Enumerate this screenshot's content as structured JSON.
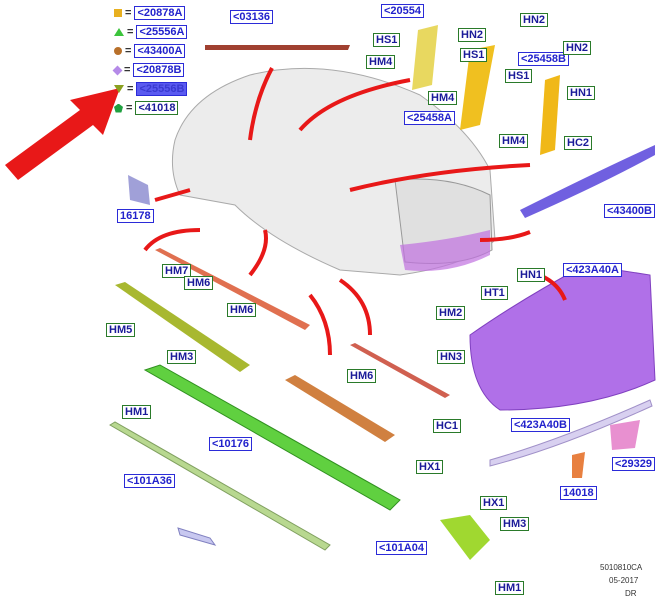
{
  "legend": [
    {
      "symbol": "square",
      "color": "#e8b020",
      "ref": "<20878A"
    },
    {
      "symbol": "triangle",
      "color": "#3cc43c",
      "ref": "<25556A"
    },
    {
      "symbol": "circle",
      "color": "#b8702a",
      "ref": "<43400A"
    },
    {
      "symbol": "diamond",
      "color": "#b58ae8",
      "ref": "<20878B"
    },
    {
      "symbol": "triangle-down",
      "color": "#8aa020",
      "ref": "<25556B",
      "highlighted": true
    },
    {
      "symbol": "pentagon",
      "color": "#20a040",
      "ref": "<41018"
    }
  ],
  "legend_equals": "=",
  "labels": [
    "<03136",
    "<20554",
    "HS1",
    "HN2",
    "HN2",
    "HM4",
    "HS1",
    "<25458B",
    "HN2",
    "HS1",
    "HM4",
    "HN1",
    "<25458A",
    "HM4",
    "HC2",
    "<43400B",
    "16178",
    "HM7",
    "HM6",
    "HM6",
    "HM5",
    "HM2",
    "HN1",
    "<423A40A",
    "HT1",
    "HM3",
    "HN3",
    "HM6",
    "HM1",
    "HC1",
    "<10176",
    "<423A40B",
    "<29329",
    "HX1",
    "<101A36",
    "HX1",
    "14018",
    "HM3",
    "<101A04",
    "HM1"
  ],
  "footer": {
    "code": "5010810CA",
    "date": "05-2017",
    "suffix": "DR"
  },
  "colors": {
    "part_label": "#2222cc",
    "fastener_border": "#2a7a2a",
    "arrow": "#e81818"
  }
}
